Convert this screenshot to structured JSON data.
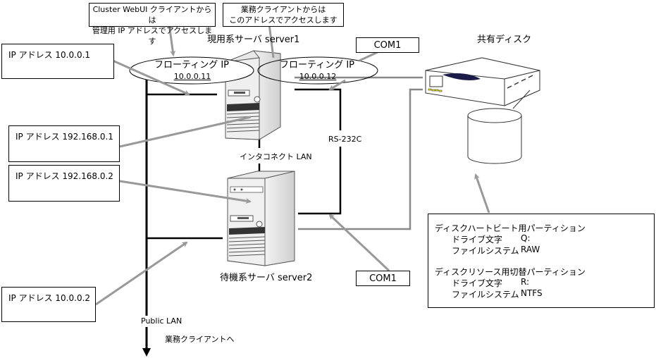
{
  "callouts": {
    "admin": {
      "line1": "Cluster WebUI クライアントからは",
      "line2": "管理用 IP アドレスでアクセスします"
    },
    "business": {
      "line1": "業務クライアントからは",
      "line2": "このアドレスでアクセスします"
    }
  },
  "servers": {
    "active": {
      "label": "現用系サーバ  server1"
    },
    "standby": {
      "label": "待機系サーバ  server2"
    }
  },
  "floating_ips": [
    {
      "label": "フローティング  IP",
      "address": "10.0.0.11"
    },
    {
      "label": "フローティング  IP",
      "address": "10.0.0.12"
    }
  ],
  "ip_boxes": [
    {
      "text": "IP アドレス  10.0.0.1"
    },
    {
      "text": "IP アドレス  192.168.0.1"
    },
    {
      "text": "IP アドレス  192.168.0.2"
    },
    {
      "text": "IP アドレス  10.0.0.2"
    }
  ],
  "com_ports": [
    {
      "label": "COM1"
    },
    {
      "label": "COM1"
    }
  ],
  "links": {
    "rs232c": "RS-232C",
    "interconnect": "インタコネクト  LAN",
    "public_lan": "Public LAN",
    "to_clients": "業務クライアントへ"
  },
  "shared_disk": {
    "title": "共有ディスク",
    "partitions": [
      {
        "name": "ディスクハートビート用パーティション",
        "drive_label": "ドライブ文字",
        "drive_value": "Q:",
        "fs_label": "ファイルシステム",
        "fs_value": "RAW"
      },
      {
        "name": "ディスクリソース用切替パーティション",
        "drive_label": "ドライブ文字",
        "drive_value": "R:",
        "fs_label": "ファイルシステム",
        "fs_value": "NTFS"
      }
    ]
  },
  "colors": {
    "line": "#000000",
    "arrow": "#999999",
    "disk_cable": "#888888",
    "server_face": "#eeeeee",
    "server_side": "#d6d6d6",
    "disk_accent": "#1c1c4a"
  }
}
